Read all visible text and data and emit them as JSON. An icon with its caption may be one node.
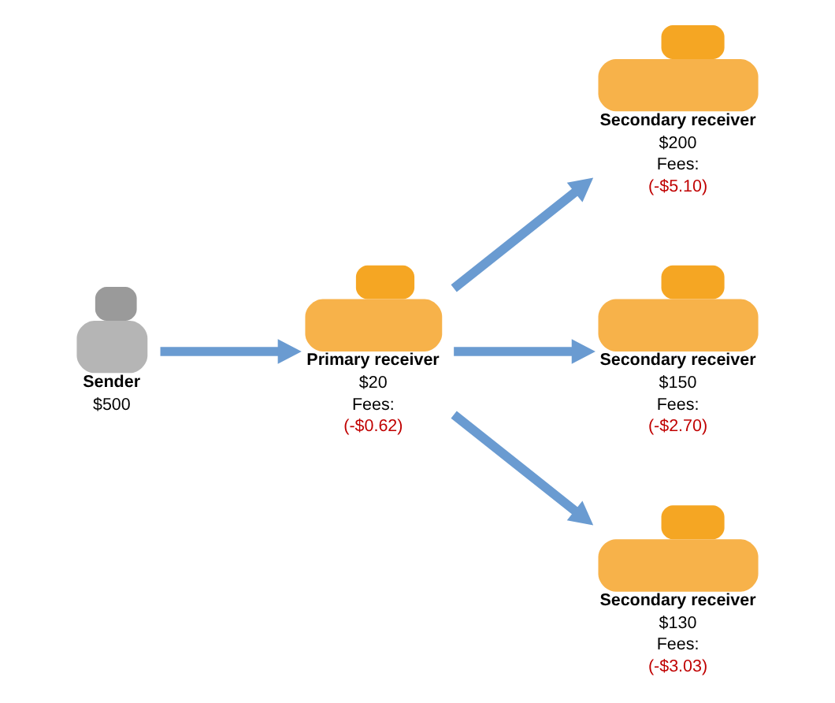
{
  "diagram": {
    "nodes": [
      {
        "text": [
          "Sender",
          "$500"
        ]
      },
      {
        "text": [
          "Primary receiver",
          "$20",
          "Fees:",
          "(-$0.62)"
        ]
      },
      {
        "text": [
          "Secondary receiver",
          "$200",
          "Fees:",
          "(-$5.10)"
        ]
      },
      {
        "text": [
          "Secondary receiver",
          "$150",
          "Fees:",
          "(-$2.70)"
        ]
      },
      {
        "text": [
          "Secondary receiver",
          "$130",
          "Fees:",
          "(-$3.03)"
        ]
      }
    ],
    "edges": [
      {
        "from": 0,
        "to": 1,
        "arrow": "to"
      },
      {
        "from": 1,
        "to": 2,
        "arrow": "to"
      },
      {
        "from": 1,
        "to": 3,
        "arrow": "to"
      },
      {
        "from": 1,
        "to": 4,
        "arrow": "to"
      }
    ]
  }
}
